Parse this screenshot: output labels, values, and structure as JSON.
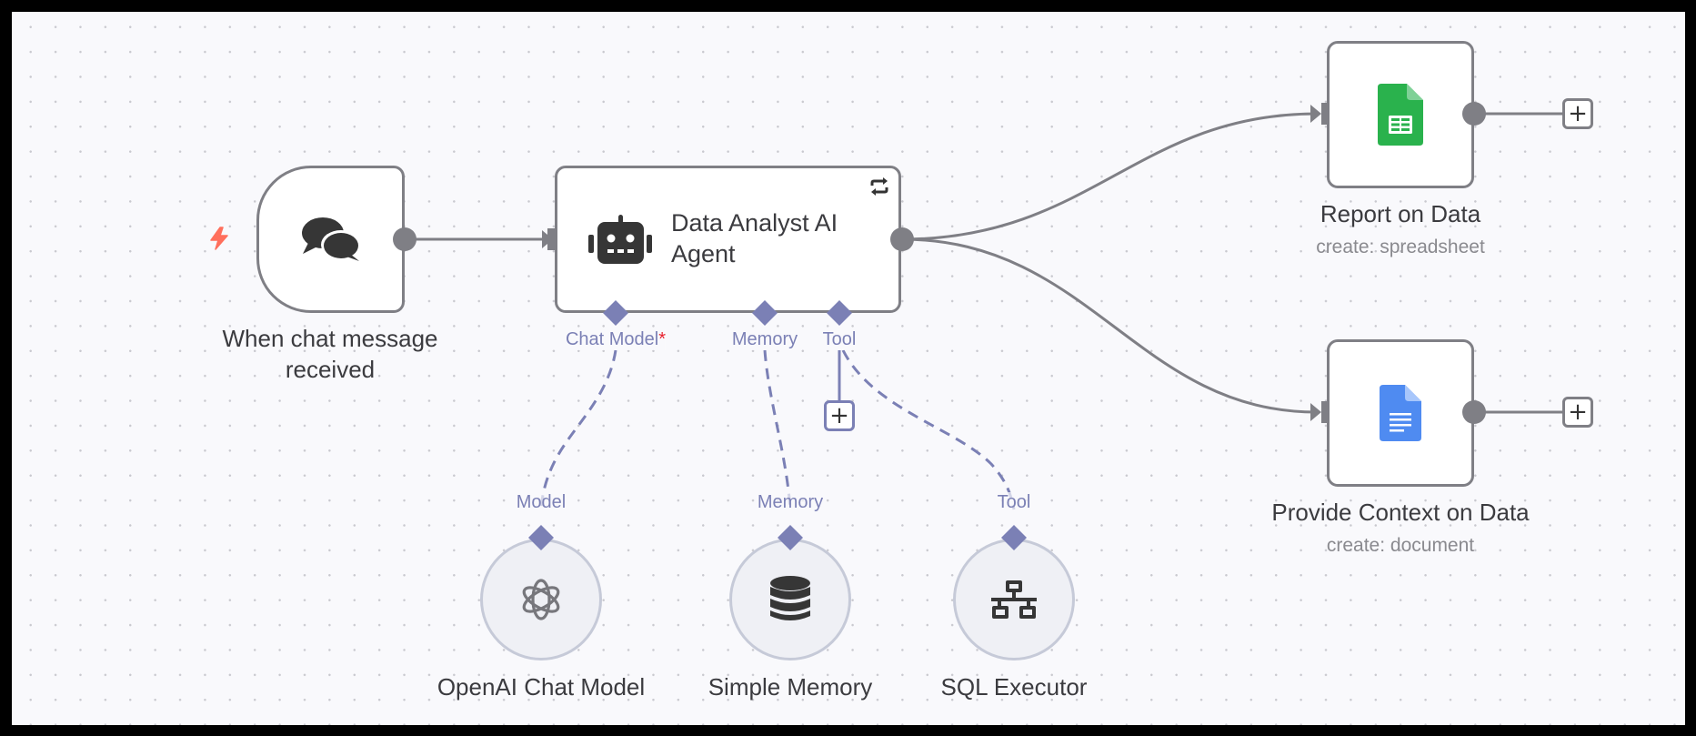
{
  "workflow": {
    "trigger": {
      "title": "When chat message received",
      "title_line1": "When chat message",
      "title_line2": "received",
      "icon": "chat-bubbles-icon",
      "badge_icon": "lightning-bolt-icon"
    },
    "agent": {
      "title": "Data Analyst AI Agent",
      "title_line1": "Data Analyst AI",
      "title_line2": "Agent",
      "icon": "robot-icon",
      "corner_icon": "refresh-loop-icon",
      "ports": [
        {
          "label": "Chat Model",
          "required_mark": "*"
        },
        {
          "label": "Memory",
          "required_mark": ""
        },
        {
          "label": "Tool",
          "required_mark": ""
        }
      ],
      "tool_add_label": "+"
    },
    "sub_nodes": [
      {
        "title": "OpenAI Chat Model",
        "port_label": "Model",
        "icon": "openai-icon"
      },
      {
        "title": "Simple Memory",
        "port_label": "Memory",
        "icon": "database-icon"
      },
      {
        "title": "SQL Executor",
        "port_label": "Tool",
        "icon": "network-icon"
      }
    ],
    "outputs": [
      {
        "title": "Report on Data",
        "subtitle": "create: spreadsheet",
        "icon": "google-sheets-icon",
        "add_label": "+"
      },
      {
        "title": "Provide Context on Data",
        "subtitle": "create: document",
        "icon": "google-docs-icon",
        "add_label": "+"
      }
    ]
  },
  "colors": {
    "edge_main": "#7f7f85",
    "edge_ai": "#7b80b5",
    "trigger_bolt": "#ff6f5c",
    "sheets_green": "#2ab24d",
    "docs_blue": "#4f8bf1",
    "required": "#e8222e"
  }
}
